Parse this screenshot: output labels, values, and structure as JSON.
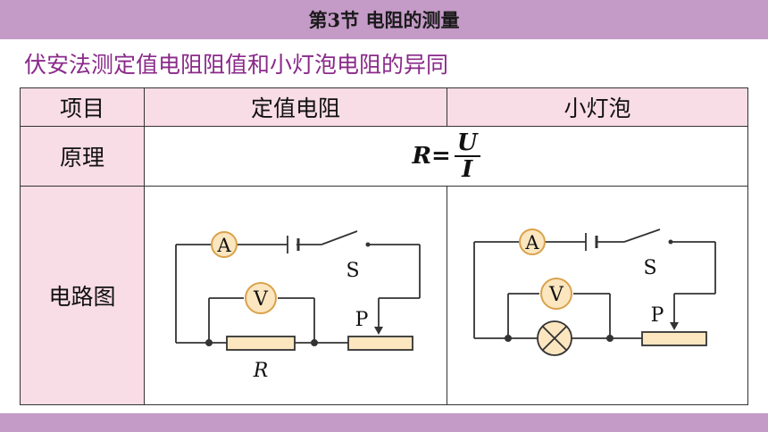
{
  "header": {
    "title": "第3节  电阻的测量"
  },
  "heading": "伏安法测定值电阻阻值和小灯泡电阻的异同",
  "table": {
    "col_headers": [
      "项目",
      "定值电阻",
      "小灯泡"
    ],
    "rows": {
      "principle": {
        "label": "原理",
        "formula": {
          "lhs": "R=",
          "numerator": "U",
          "denominator": "I"
        }
      },
      "circuit": {
        "label": "电路图",
        "left": {
          "ammeter": "A",
          "voltmeter": "V",
          "switch": "S",
          "slider": "P",
          "resistor_label": "R"
        },
        "right": {
          "ammeter": "A",
          "voltmeter": "V",
          "switch": "S",
          "slider": "P"
        }
      }
    }
  },
  "colors": {
    "band": "#c49ac7",
    "heading": "#8a2a8a",
    "label_fill": "#f8dce6",
    "meter_fill": "#fbe6c0",
    "meter_stroke": "#d9a24a",
    "resistor_fill": "#fbe6c0",
    "wire": "#333333"
  }
}
